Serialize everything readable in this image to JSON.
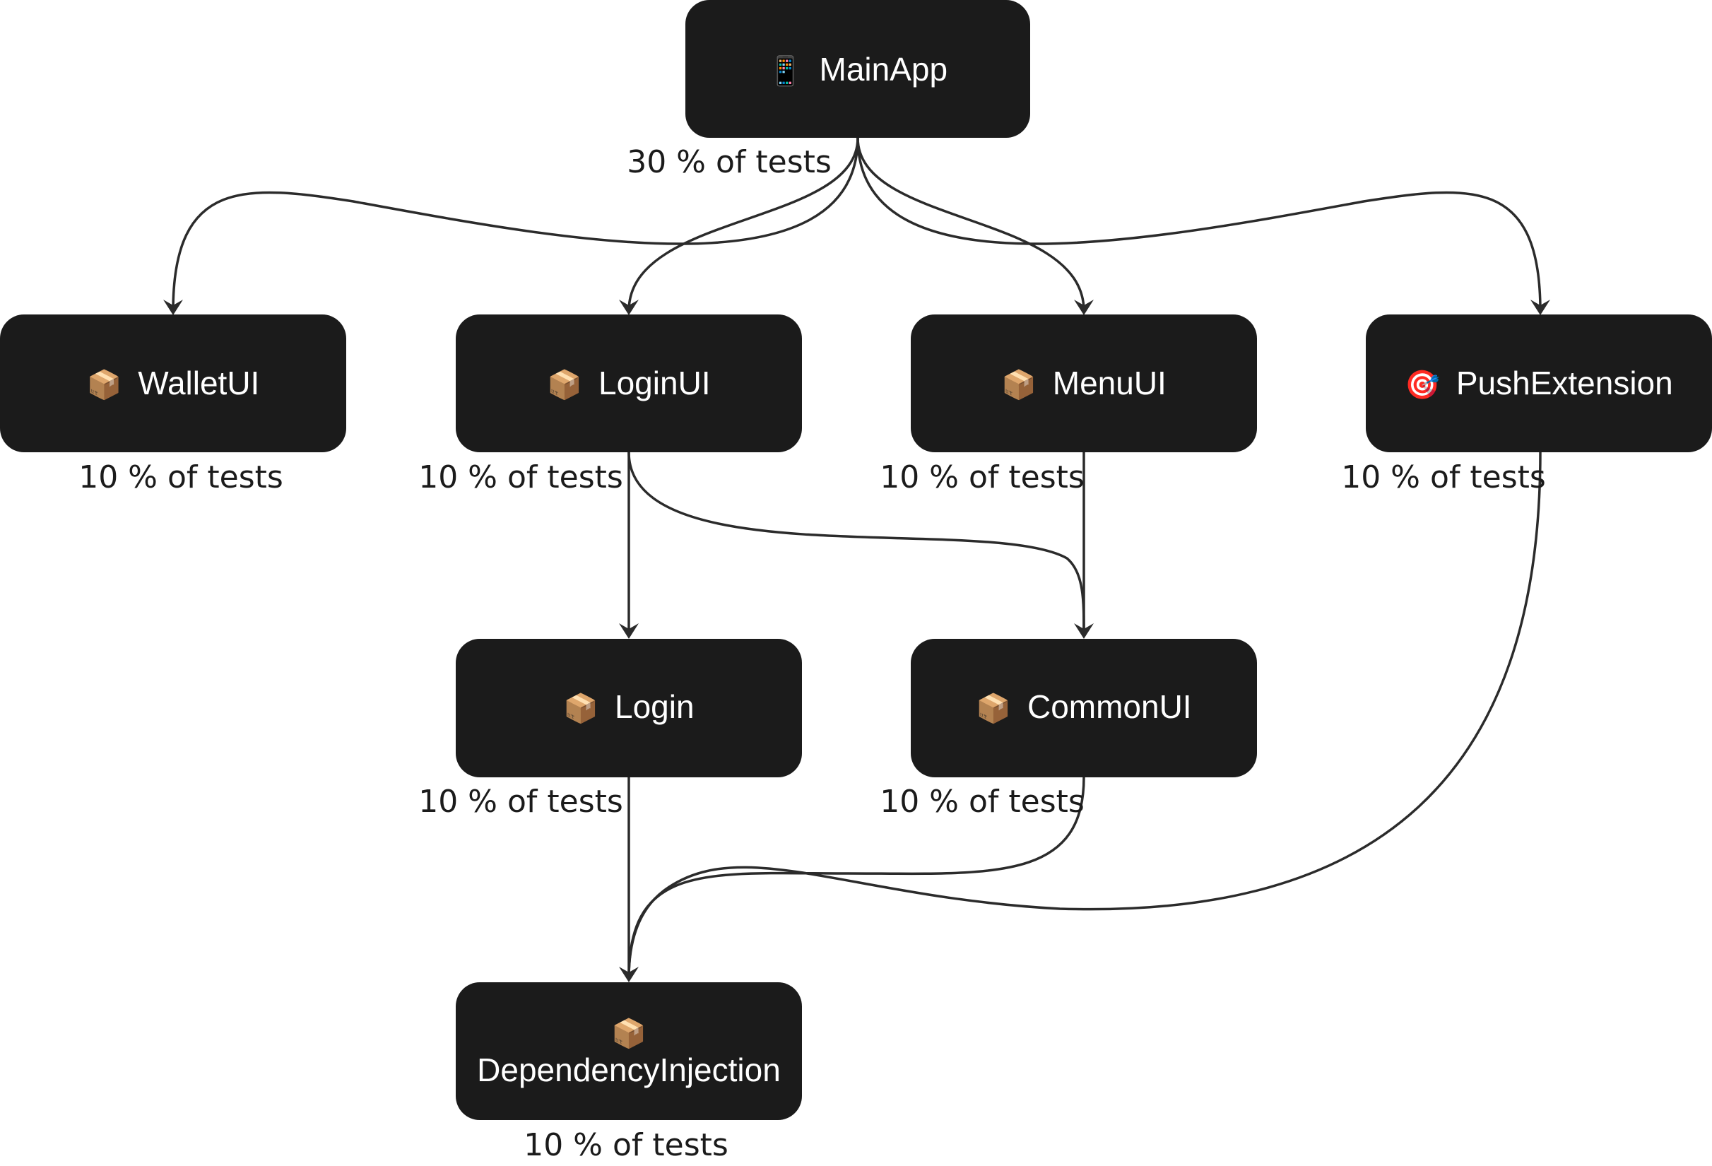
{
  "nodes": {
    "mainapp": {
      "icon": "📱",
      "icon_name": "mobile-phone-icon",
      "label": "MainApp",
      "coverage": "30 % of tests"
    },
    "walletui": {
      "icon": "📦",
      "icon_name": "package-icon",
      "label": "WalletUI",
      "coverage": "10 % of tests"
    },
    "loginui": {
      "icon": "📦",
      "icon_name": "package-icon",
      "label": "LoginUI",
      "coverage": "10 % of tests"
    },
    "menuui": {
      "icon": "📦",
      "icon_name": "package-icon",
      "label": "MenuUI",
      "coverage": "10 % of tests"
    },
    "pushextension": {
      "icon": "🎯",
      "icon_name": "target-icon",
      "label": "PushExtension",
      "coverage": "10 % of tests"
    },
    "login": {
      "icon": "📦",
      "icon_name": "package-icon",
      "label": "Login",
      "coverage": "10 % of tests"
    },
    "commonui": {
      "icon": "📦",
      "icon_name": "package-icon",
      "label": "CommonUI",
      "coverage": "10 % of tests"
    },
    "dependencyinjection": {
      "icon": "📦",
      "icon_name": "package-icon",
      "label": "DependencyInjection",
      "coverage": "10 % of tests"
    }
  },
  "edges": [
    {
      "from": "MainApp",
      "to": "WalletUI"
    },
    {
      "from": "MainApp",
      "to": "LoginUI"
    },
    {
      "from": "MainApp",
      "to": "MenuUI"
    },
    {
      "from": "MainApp",
      "to": "PushExtension"
    },
    {
      "from": "LoginUI",
      "to": "Login"
    },
    {
      "from": "LoginUI",
      "to": "CommonUI"
    },
    {
      "from": "MenuUI",
      "to": "CommonUI"
    },
    {
      "from": "Login",
      "to": "DependencyInjection"
    },
    {
      "from": "CommonUI",
      "to": "DependencyInjection"
    },
    {
      "from": "PushExtension",
      "to": "DependencyInjection"
    }
  ],
  "colors": {
    "node_fill": "#1b1b1b",
    "node_text": "#ffffff",
    "edge": "#2b2b2b"
  }
}
